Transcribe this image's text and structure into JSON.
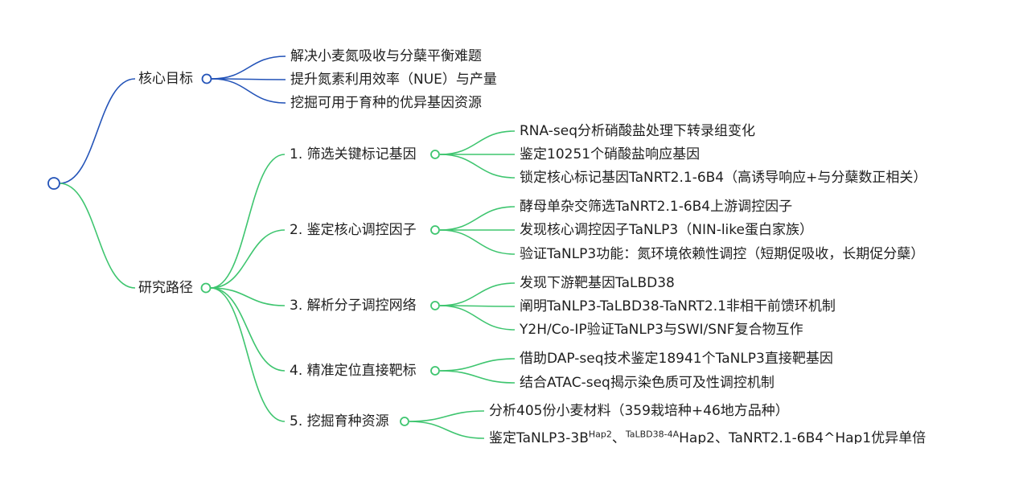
{
  "colors": {
    "blue": "#2353b8",
    "green": "#3ec56f"
  },
  "root": {
    "label": ""
  },
  "branches": [
    {
      "id": "goal",
      "label": "核心目标",
      "color": "blue",
      "children": [
        {
          "label": "解决小麦氮吸收与分蘖平衡难题"
        },
        {
          "label": "提升氮素利用效率（NUE）与产量"
        },
        {
          "label": "挖掘可用于育种的优异基因资源"
        }
      ]
    },
    {
      "id": "path",
      "label": "研究路径",
      "color": "green",
      "children": [
        {
          "label": "1. 筛选关键标记基因",
          "children": [
            {
              "label": "RNA-seq分析硝酸盐处理下转录组变化"
            },
            {
              "label": "鉴定10251个硝酸盐响应基因"
            },
            {
              "label": "锁定核心标记基因TaNRT2.1-6B4（高诱导响应+与分蘖数正相关）"
            }
          ]
        },
        {
          "label": "2. 鉴定核心调控因子",
          "children": [
            {
              "label": "酵母单杂交筛选TaNRT2.1-6B4上游调控因子"
            },
            {
              "label": "发现核心调控因子TaNLP3（NIN-like蛋白家族）"
            },
            {
              "label": "验证TaNLP3功能：氮环境依赖性调控（短期促吸收，长期促分蘖）"
            }
          ]
        },
        {
          "label": "3. 解析分子调控网络",
          "children": [
            {
              "label": "发现下游靶基因TaLBD38"
            },
            {
              "label": "阐明TaNLP3-TaLBD38-TaNRT2.1非相干前馈环机制"
            },
            {
              "label": "Y2H/Co-IP验证TaNLP3与SWI/SNF复合物互作"
            }
          ]
        },
        {
          "label": "4. 精准定位直接靶标",
          "children": [
            {
              "label": "借助DAP-seq技术鉴定18941个TaNLP3直接靶基因"
            },
            {
              "label": "结合ATAC-seq揭示染色质可及性调控机制"
            }
          ]
        },
        {
          "label": "5. 挖掘育种资源",
          "children": [
            {
              "label": "分析405份小麦材料（359栽培种+46地方品种）"
            },
            {
              "label": "鉴定TaNLP3-3B",
              "sup1": "Hap2",
              "mid": "、",
              "sup2": "TaLBD38-4A",
              "tail": "Hap2、TaNRT2.1-6B4^Hap1优异单倍"
            }
          ]
        }
      ]
    }
  ]
}
